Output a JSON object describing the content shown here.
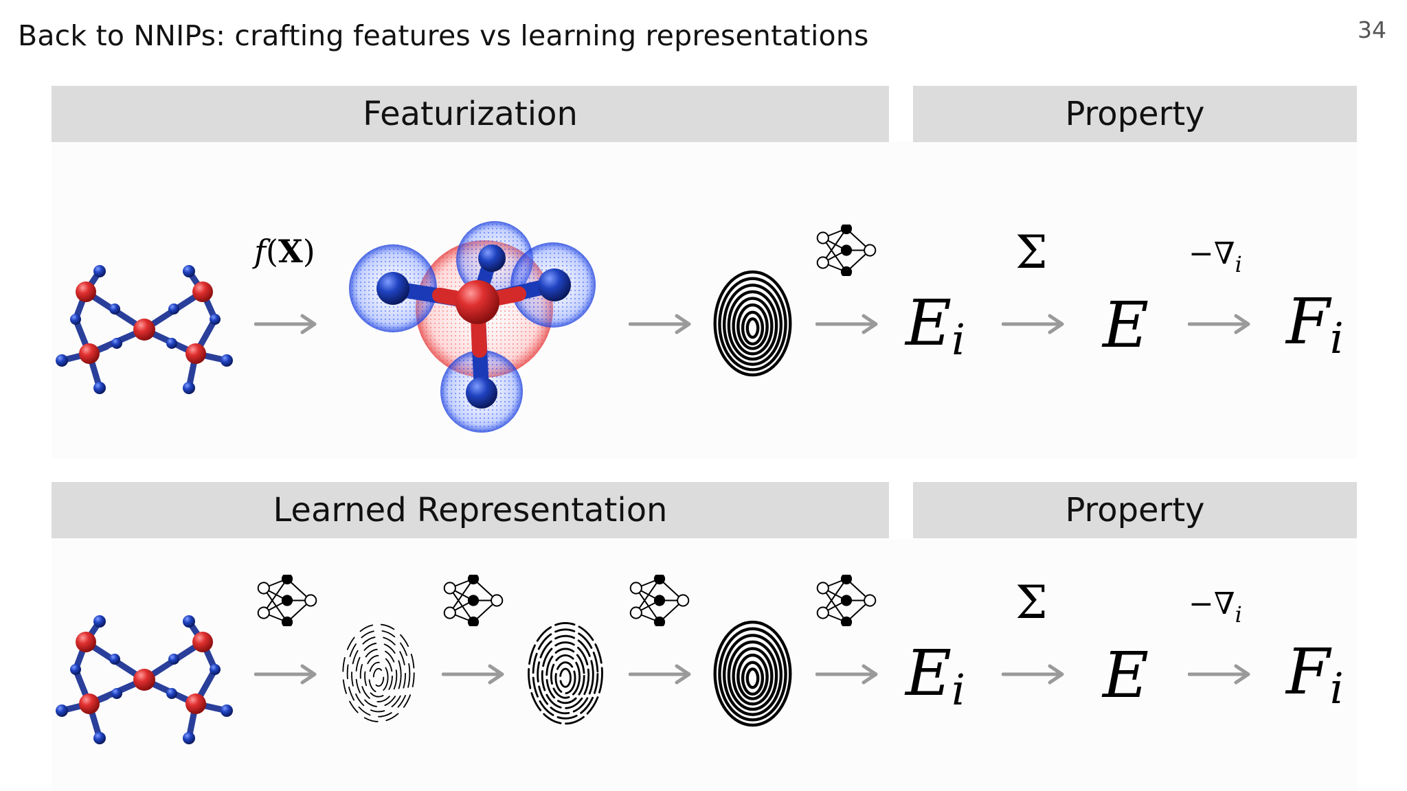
{
  "slide": {
    "title": "Back to NNIPs: crafting features vs learning representations",
    "page_number": "34"
  },
  "row1": {
    "left_header": "Featurization",
    "right_header": "Property",
    "featurize_fn": {
      "f": "f",
      "open": "(",
      "X": "X",
      "close": ")"
    }
  },
  "row2": {
    "left_header": "Learned Representation",
    "right_header": "Property"
  },
  "math": {
    "sum": "Σ",
    "neg_grad": "−∇",
    "grad_sub": "i",
    "E": "E",
    "F": "F",
    "sub_i": "i"
  },
  "colors": {
    "header_bg": "#dcdcdc",
    "arrow": "#9a9a9a",
    "atom_red": "#d42a2a",
    "atom_blue": "#1c3fb5"
  },
  "icons": [
    "molecule-icon",
    "atom-environment-icon",
    "neural-network-icon",
    "fingerprint-icon",
    "arrow-right-icon"
  ]
}
